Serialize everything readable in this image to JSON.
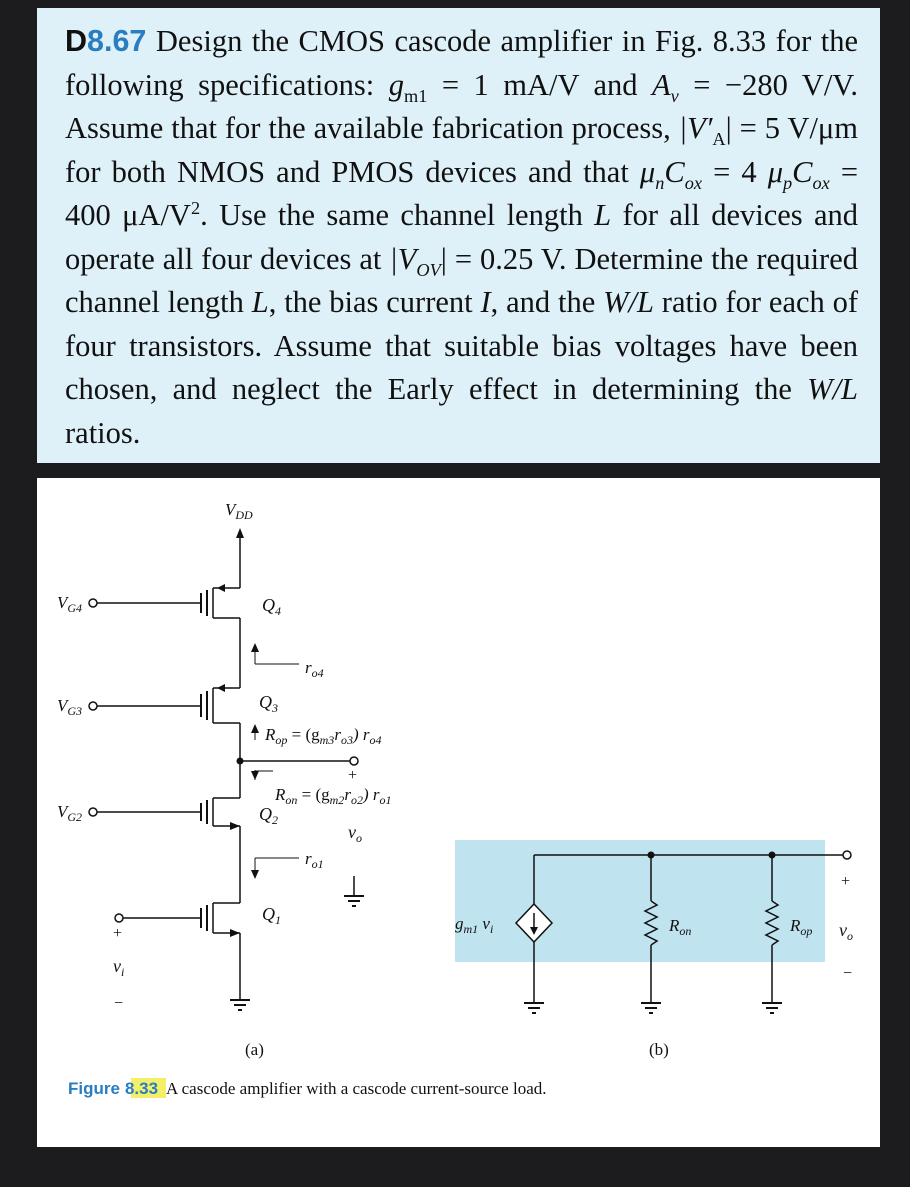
{
  "problem": {
    "number_prefix": "D",
    "number": "8.67",
    "t1": "Design the CMOS cascode amplifier in Fig. 8.33 for the following specifications:",
    "gm": "g",
    "gm_sub": "m1",
    "t2": "= 1 mA/V and",
    "av": "A",
    "av_sub": "v",
    "t3": "= −280 V/V. Assume that for the available fabrication process,",
    "va": "|V′",
    "va_sub": "A",
    "t4": "| = 5 V/μm for both NMOS and PMOS devices and that",
    "mun": "μ",
    "mun_sub": "n",
    "cox1": "C",
    "cox1_sub": "ox",
    "t5": "= 4",
    "mup": "μ",
    "mup_sub": "p",
    "cox2": "C",
    "cox2_sub": "ox",
    "t6": "= 400 μA/V",
    "t6_sup": "2",
    "t7": ". Use the same channel length",
    "l1": "L",
    "t8": "for all devices and operate all four devices at",
    "vov": "|V",
    "vov_sub": "OV",
    "t9": "| = 0.25 V. Determine the required channel length",
    "l2": "L",
    "t10": ", the bias current",
    "i1": "I",
    "t11": ", and the",
    "wl1": "W/L",
    "t12": "ratio for each of four transistors. Assume that suitable bias voltages have been chosen, and neglect the Early effect in determining the",
    "wl2": "W/L",
    "t13": "ratios."
  },
  "figure": {
    "vdd": "V",
    "vdd_sub": "DD",
    "vg4": "V",
    "vg4_sub": "G4",
    "vg3": "V",
    "vg3_sub": "G3",
    "vg2": "V",
    "vg2_sub": "G2",
    "q4": "Q",
    "q4_sub": "4",
    "q3": "Q",
    "q3_sub": "3",
    "q2": "Q",
    "q2_sub": "2",
    "q1": "Q",
    "q1_sub": "1",
    "ro4": "r",
    "ro4_sub": "o4",
    "ro1": "r",
    "ro1_sub": "o1",
    "rop_eq": "R",
    "rop_eq_sub": "op",
    "rop_eq_rest": " = (g",
    "rop_eq_sub2": "m3",
    "rop_eq_r": "r",
    "rop_eq_sub3": "o3",
    "rop_eq_r2": ") r",
    "rop_eq_sub4": "o4",
    "ron_eq": "R",
    "ron_eq_sub": "on",
    "ron_eq_rest": " = (g",
    "ron_eq_sub2": "m2",
    "ron_eq_r": "r",
    "ron_eq_sub3": "o2",
    "ron_eq_r2": ") r",
    "ron_eq_sub4": "o1",
    "vo": "v",
    "vo_sub": "o",
    "vi": "v",
    "vi_sub": "i",
    "plus": "+",
    "minus": "−",
    "gm_src": "g",
    "gm_src_sub": "m1",
    "gm_src_vi": " v",
    "gm_src_vi_sub": "i",
    "ron": "R",
    "ron_sub": "on",
    "rop": "R",
    "rop_sub": "op",
    "label_a": "(a)",
    "label_b": "(b)",
    "caption_prefix": "Figure",
    "caption_num": "8.33",
    "caption_text": "A cascode amplifier with a cascode current-source load.",
    "colors": {
      "panel": "#bfe3ef",
      "caption_blue": "#2a7dc0",
      "highlight": "#f2f06a"
    }
  }
}
